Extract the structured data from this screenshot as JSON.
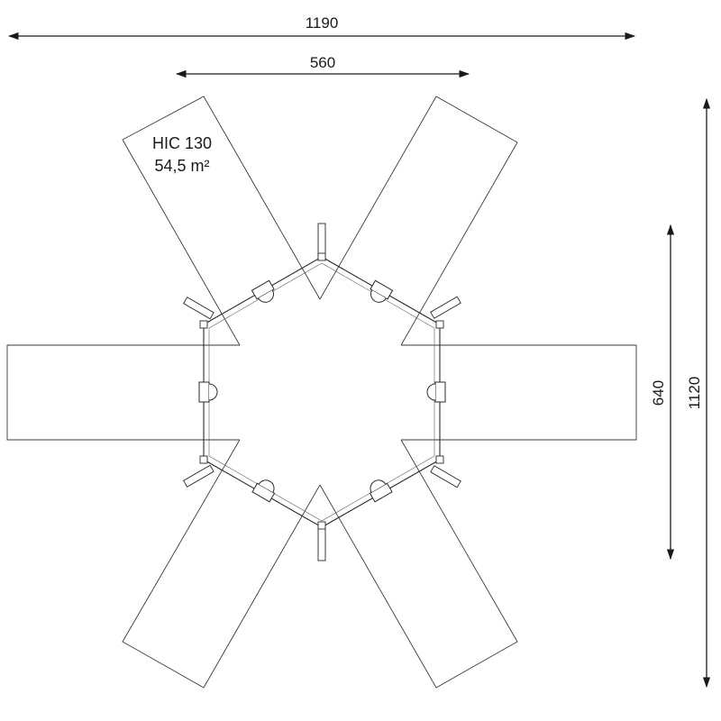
{
  "dimensions": {
    "total_width": "1190",
    "inner_width": "560",
    "inner_height": "640",
    "total_height": "1120"
  },
  "safety_zone": {
    "hic": "HIC 130",
    "area": "54,5 m²"
  }
}
